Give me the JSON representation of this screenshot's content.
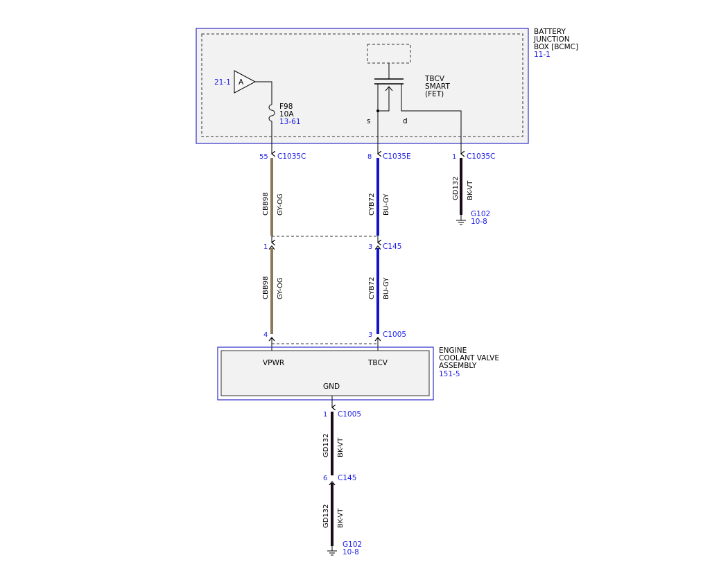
{
  "bjb": {
    "title_lines": [
      "BATTERY",
      "JUNCTION",
      "BOX [BCMC]"
    ],
    "ref": "11-1",
    "source_ref": "21-1",
    "source_label": "A",
    "fuse": {
      "name": "F98",
      "rating": "10A",
      "ref": "13-61"
    },
    "fet": {
      "lines": [
        "TBCV",
        "SMART",
        "(FET)"
      ],
      "source_label": "s",
      "drain_label": "d"
    }
  },
  "ecva": {
    "title_lines": [
      "ENGINE",
      "COOLANT VALVE",
      "ASSEMBLY"
    ],
    "ref": "151-5",
    "pin_vpwr": "VPWR",
    "pin_tbcv": "TBCV",
    "pin_gnd": "GND"
  },
  "connectors": {
    "c1035c_a": {
      "pin": "55",
      "name": "C1035C"
    },
    "c1035e": {
      "pin": "8",
      "name": "C1035E"
    },
    "c1035c_b": {
      "pin": "1",
      "name": "C1035C"
    },
    "c145_a": {
      "pin": "1"
    },
    "c145_b": {
      "pin": "3",
      "name": "C145"
    },
    "c1005_a": {
      "pin": "4"
    },
    "c1005_b": {
      "pin": "3",
      "name": "C1005"
    },
    "c1005_gnd": {
      "pin": "1",
      "name": "C1005"
    },
    "c145_gnd": {
      "pin": "6",
      "name": "C145"
    }
  },
  "wires": {
    "cbb98": {
      "circuit": "CBB98",
      "color": "GY-OG",
      "color_hex": "#8a7a5a"
    },
    "cyb72": {
      "circuit": "CYB72",
      "color": "BU-GY",
      "color_hex": "#1414c8"
    },
    "gd132": {
      "circuit": "GD132",
      "color": "BK-VT",
      "color_hex": "#1a0a1a"
    }
  },
  "grounds": {
    "g102_top": {
      "name": "G102",
      "ref": "10-8"
    },
    "g102_bottom": {
      "name": "G102",
      "ref": "10-8"
    }
  },
  "colors": {
    "ref_blue": "#1a1ae6",
    "box_border": "#3030c8",
    "box_fill": "#f2f2f2"
  }
}
